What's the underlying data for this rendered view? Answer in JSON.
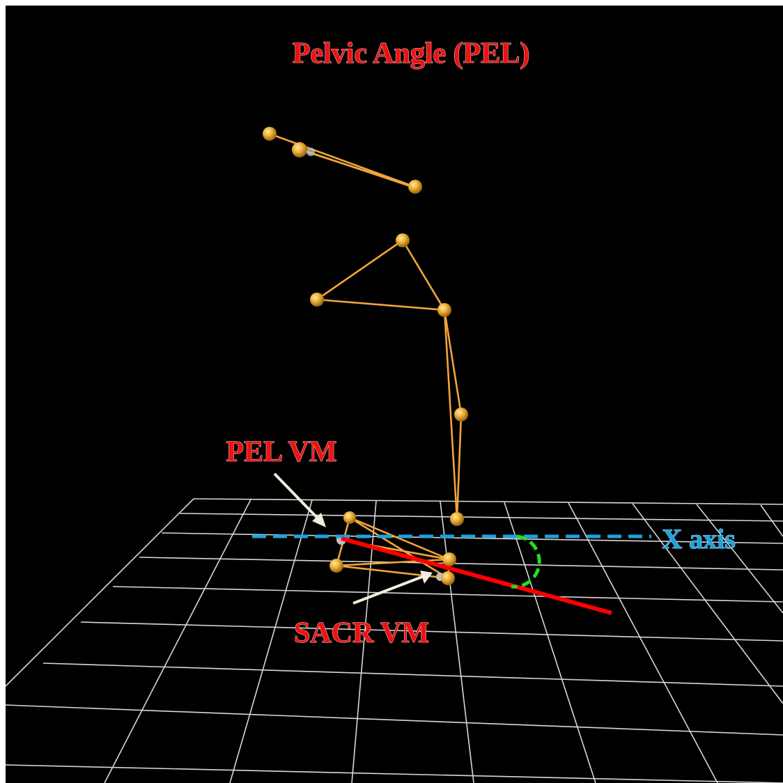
{
  "title": "Pelvic Angle (PEL)",
  "labels": {
    "pel_vm": "PEL VM",
    "sacr_vm": "SACR VM",
    "x_axis": "X axis"
  },
  "colors": {
    "background": "#000000",
    "grid": "#d8d8d8",
    "marker": "#e8a52a",
    "segment": "#f0a63a",
    "title": "#ee1111",
    "pelvic_line": "#ff0000",
    "x_axis": "#1fa3dc",
    "angle_arc": "#22dd22",
    "pointer_arrow": "#f2eedc"
  }
}
